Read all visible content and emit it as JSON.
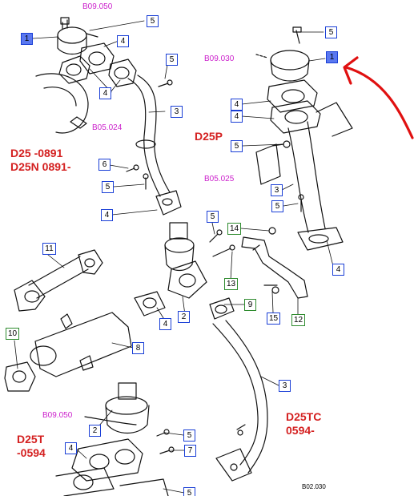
{
  "refs": {
    "top_left": "B09.050",
    "top_right": "B09.030",
    "left_mid": "B05.024",
    "right_mid": "B05.025",
    "bottom_left": "B09.050"
  },
  "variants": {
    "d25_line1": "D25 -0891",
    "d25_line2": "D25N 0891-",
    "d25p": "D25P",
    "d25tc_line1": "D25TC",
    "d25tc_line2": "0594-",
    "d25t_line1": "D25T",
    "d25t_line2": "-0594"
  },
  "callouts": {
    "c1a": "1",
    "c5a": "5",
    "c4a": "4",
    "c5b": "5",
    "c4b": "4",
    "c3a": "3",
    "c6": "6",
    "c5c": "5",
    "c4c": "4",
    "c5d": "5",
    "c1b": "1",
    "c4d": "4",
    "c4e": "4",
    "c5e": "5",
    "c3b": "3",
    "c5f": "5",
    "c4f": "4",
    "c5g": "5",
    "c14": "14",
    "c11": "11",
    "c13": "13",
    "c9": "9",
    "c2a": "2",
    "c4g": "4",
    "c15": "15",
    "c12": "12",
    "c10": "10",
    "c8": "8",
    "c3c": "3",
    "c2b": "2",
    "c5h": "5",
    "c4h": "4",
    "c7": "7",
    "c5i": "5"
  },
  "diagram_code": "B02.030",
  "colors": {
    "callout_border": "#1a3fd6",
    "callout_filled": "#5a78f0",
    "callout_green": "#2e8b2e",
    "reference_text": "#cc22cc",
    "variant_text": "#d42020",
    "pointer_arrow": "#e01010"
  }
}
